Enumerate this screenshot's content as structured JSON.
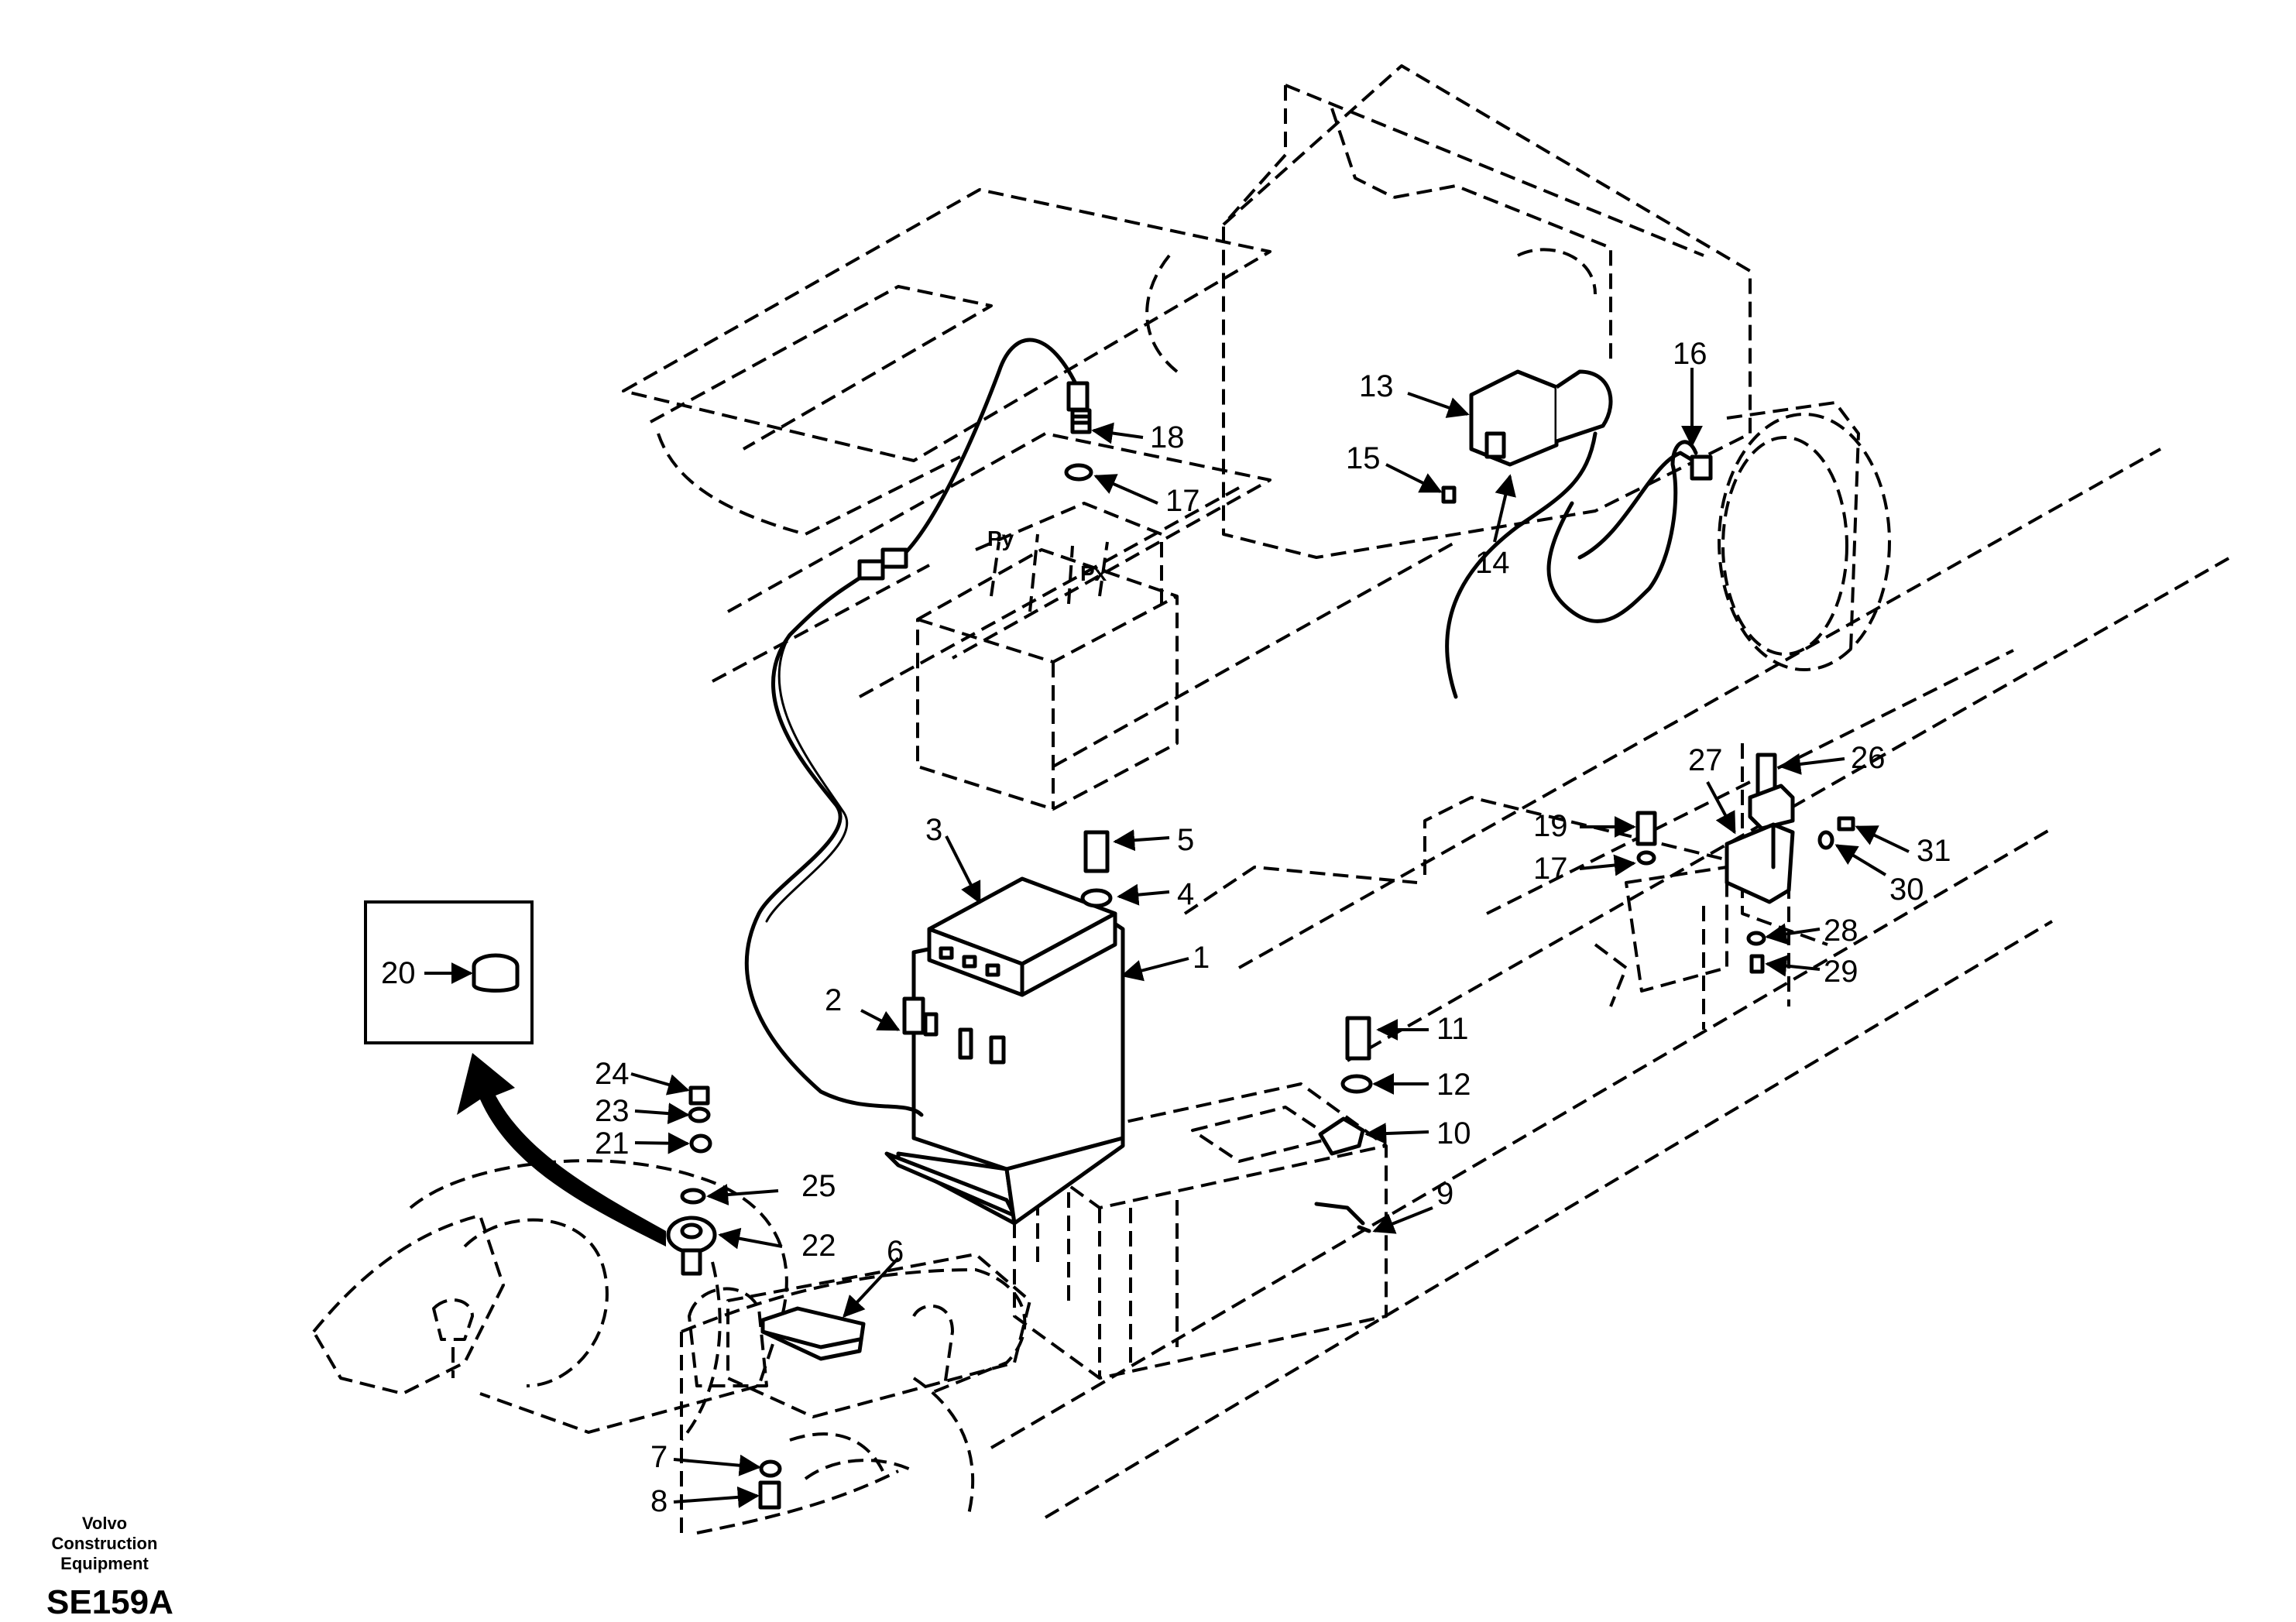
{
  "title": "",
  "company": "Volvo Construction Equipment",
  "drawing_code": "SE159A",
  "port_labels": [
    "Py",
    "Px"
  ],
  "callouts": {
    "c1": "1",
    "c2": "2",
    "c3": "3",
    "c4": "4",
    "c5": "5",
    "c6": "6",
    "c7": "7",
    "c8": "8",
    "c9": "9",
    "c10": "10",
    "c11": "11",
    "c12": "12",
    "c13": "13",
    "c14": "14",
    "c15": "15",
    "c16": "16",
    "c17a": "17",
    "c17b": "17",
    "c18": "18",
    "c19": "19",
    "c20": "20",
    "c21": "21",
    "c22": "22",
    "c23": "23",
    "c24": "24",
    "c25": "25",
    "c26": "26",
    "c27": "27",
    "c28": "28",
    "c29": "29",
    "c30": "30",
    "c31": "31"
  },
  "colors": {
    "ink": "#000000",
    "paper": "#ffffff"
  }
}
